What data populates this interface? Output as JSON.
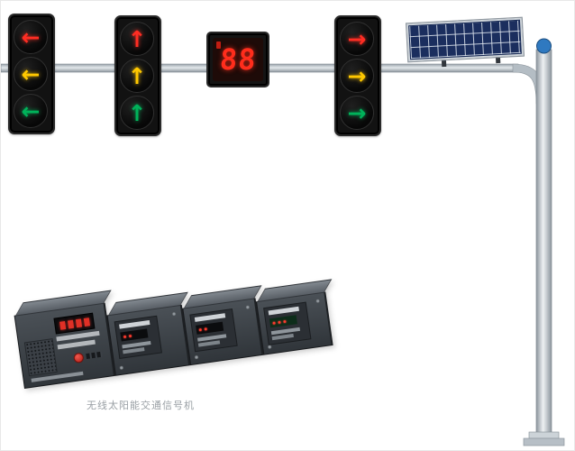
{
  "caption": "无线太阳能交通信号机",
  "countdown": {
    "value": "88"
  },
  "signals": [
    {
      "id": "left-arrow-signal",
      "lamps": [
        {
          "glyph": "←",
          "color": "red"
        },
        {
          "glyph": "←",
          "color": "yellow"
        },
        {
          "glyph": "←",
          "color": "green"
        }
      ]
    },
    {
      "id": "up-arrow-signal",
      "lamps": [
        {
          "glyph": "↑",
          "color": "red"
        },
        {
          "glyph": "↑",
          "color": "yellow"
        },
        {
          "glyph": "↑",
          "color": "green"
        }
      ]
    },
    {
      "id": "right-arrow-signal",
      "lamps": [
        {
          "glyph": "→",
          "color": "red"
        },
        {
          "glyph": "→",
          "color": "yellow"
        },
        {
          "glyph": "→",
          "color": "green"
        }
      ]
    }
  ],
  "equipment": {
    "controller_module_count": 4
  },
  "colors": {
    "lamp_red": "#ff2d23",
    "lamp_yellow": "#ffc800",
    "lamp_green": "#00b25a",
    "countdown_red": "#ff2d1c",
    "solar_panel_blue": "#1b2e5e",
    "pole_gray": "#c3cad0",
    "housing_black": "#121212",
    "controller_gray": "#3c4147"
  }
}
